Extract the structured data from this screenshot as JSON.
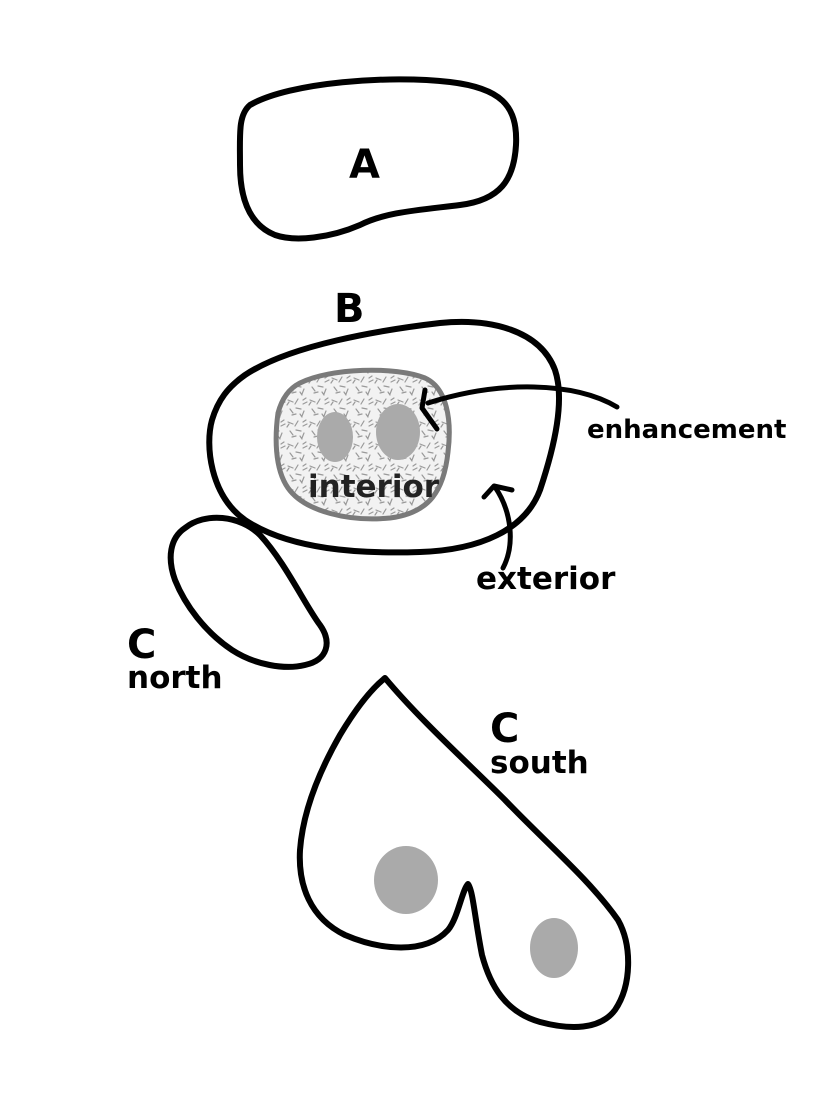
{
  "labels": {
    "a": "A",
    "b": "B",
    "interior": "interior",
    "exterior": "exterior",
    "enhancement": "enhancement",
    "c_north_letter": "C",
    "c_north_word": "north",
    "c_south_letter": "C",
    "c_south_word": "south"
  },
  "colors": {
    "outline": "#000000",
    "enhancement_spot": "#aaaaaa",
    "interior_inner_border": "#7a7a7a",
    "interior_texture": "#9a9a9a",
    "background": "#ffffff"
  }
}
